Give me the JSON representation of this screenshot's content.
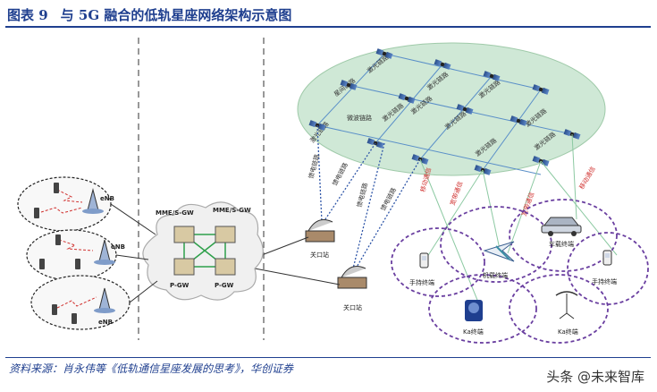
{
  "header": {
    "figure_no": "图表 9",
    "title": "与 5G 融合的低轨星座网络架构示意图"
  },
  "core": {
    "mme_label": "MME/S-GW",
    "pgw_label": "P-GW"
  },
  "ran": {
    "enb_label": "eNB"
  },
  "gateway": {
    "label": "关口站"
  },
  "satellite_links": {
    "interlink": "激光链路",
    "intra": "星间链路",
    "microwave": "微波链路"
  },
  "feeder_link": "馈电链路",
  "service_links": {
    "mobile": "移动通信",
    "broadband": "宽带通信"
  },
  "terminals": {
    "handheld": "手持终端",
    "vehicle": "车载终端",
    "airborne": "机载终端",
    "ka": "Ka终端"
  },
  "source": "资料来源：肖永伟等《低轨通信星座发展的思考》，华创证券",
  "watermark": "头条 @未来智库",
  "colors": {
    "accent": "#1f3f8f",
    "cloud_green": "#cfe8d6",
    "dash_purple": "#6a3fa0",
    "link_red": "#d0302e"
  }
}
